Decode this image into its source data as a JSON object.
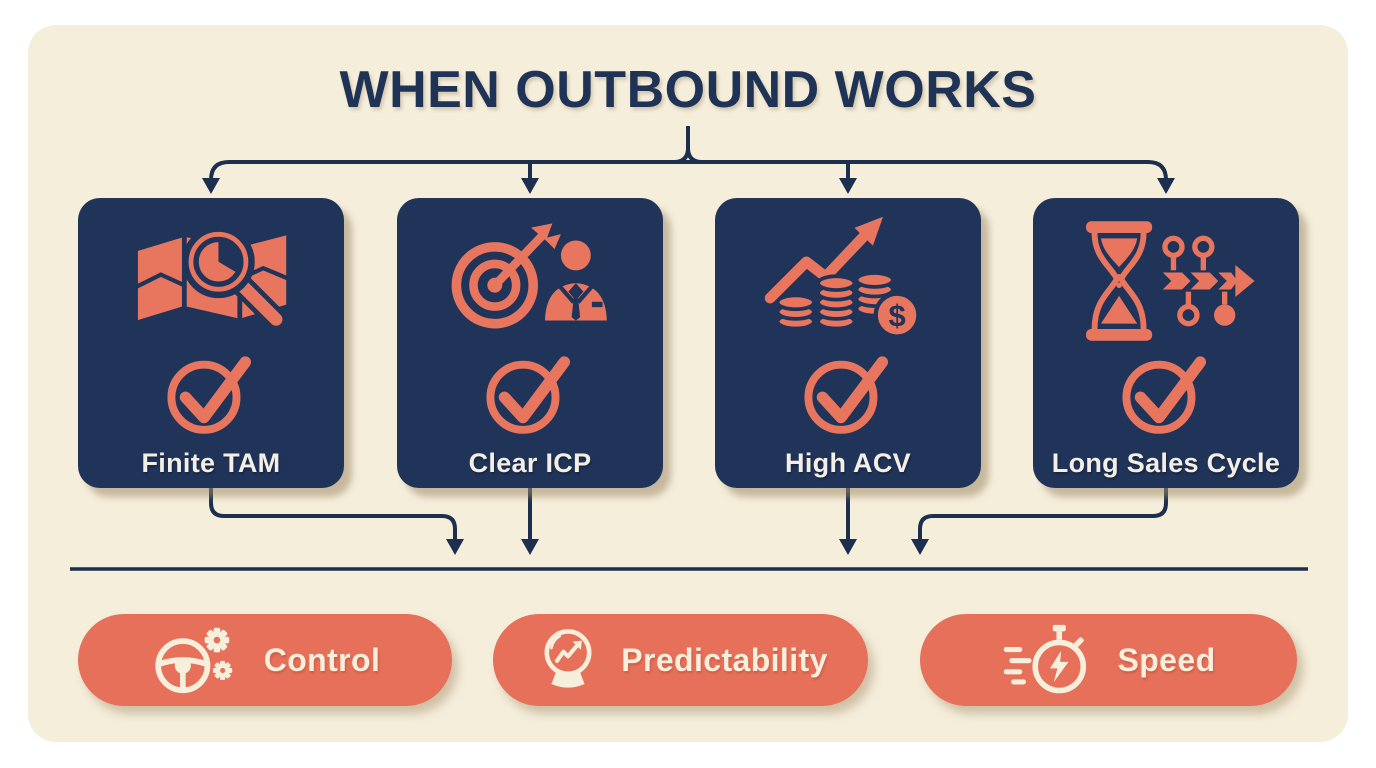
{
  "title": "WHEN OUTBOUND WORKS",
  "cards": [
    {
      "label": "Finite TAM",
      "icon": "map-magnifier-icon"
    },
    {
      "label": "Clear ICP",
      "icon": "target-person-icon"
    },
    {
      "label": "High ACV",
      "icon": "coins-growth-icon"
    },
    {
      "label": "Long Sales Cycle",
      "icon": "hourglass-timeline-icon"
    }
  ],
  "coin_symbol": "$",
  "benefits": [
    {
      "label": "Control",
      "icon": "steering-wheel-gears-icon"
    },
    {
      "label": "Predictability",
      "icon": "crystal-ball-trend-icon"
    },
    {
      "label": "Speed",
      "icon": "stopwatch-lightning-icon"
    }
  ],
  "colors": {
    "page_background": "#ffffff",
    "panel_background": "#f5eedb",
    "card_navy": "#20345a",
    "connector_navy": "#1d2f4e",
    "icon_coral": "#e8765e",
    "pill_coral": "#e7705a",
    "cream_text": "#f6efdc"
  }
}
